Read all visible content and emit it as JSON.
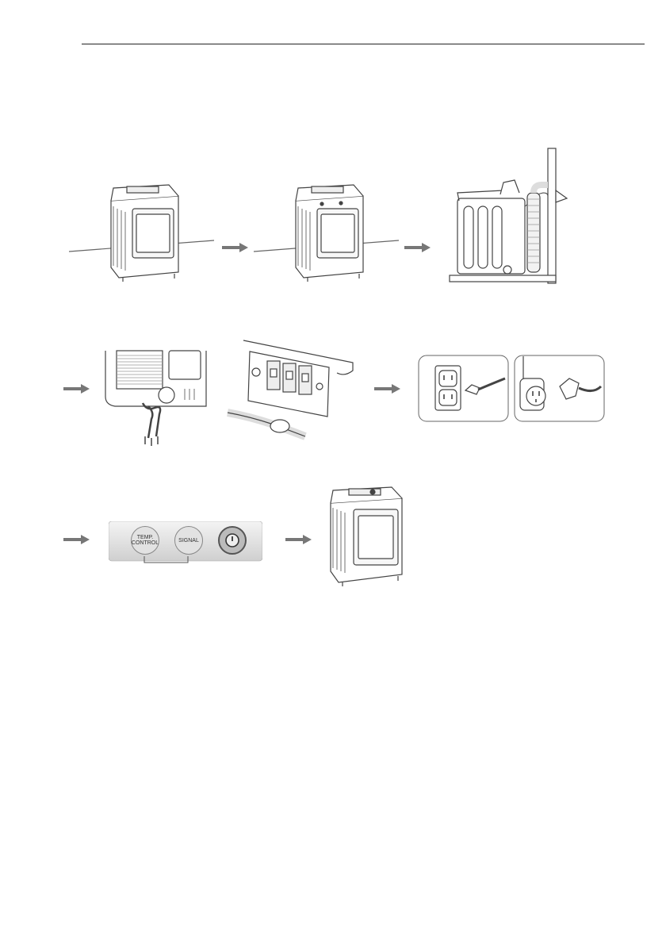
{
  "control_panel": {
    "temp_control_line1": "TEMP.",
    "temp_control_line2": "CONTROL",
    "signal_label": "SIGNAL",
    "power_symbol": "power-icon"
  }
}
